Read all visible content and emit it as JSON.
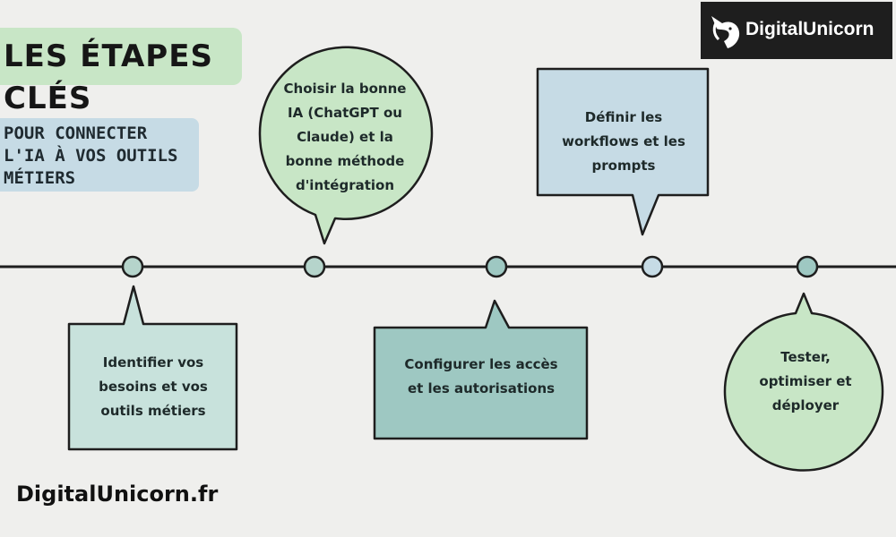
{
  "title": {
    "line1": "LES ÉTAPES",
    "line2": "CLÉS",
    "subtitle_line1": "POUR CONNECTER",
    "subtitle_line2": "L'IA À VOS OUTILS",
    "subtitle_line3": "MÉTIERS"
  },
  "logo": {
    "text": "DigitalUnicorn",
    "icon": "unicorn-head-icon"
  },
  "footer": {
    "website": "DigitalUnicorn.fr"
  },
  "steps": [
    {
      "order": 1,
      "text": "Identifier vos besoins et vos outils métiers",
      "shape": "rectangle",
      "position": "below",
      "color": "#c8e2dc"
    },
    {
      "order": 2,
      "text": "Choisir la bonne IA (ChatGPT ou Claude) et la bonne méthode d'intégration",
      "shape": "circle",
      "position": "above",
      "color": "#c8e6c6"
    },
    {
      "order": 3,
      "text": "Configurer les accès et les autorisations",
      "shape": "rectangle",
      "position": "below",
      "color": "#9ec8c2"
    },
    {
      "order": 4,
      "text": "Définir les workflows et les prompts",
      "shape": "rectangle",
      "position": "above",
      "color": "#c6dbe5"
    },
    {
      "order": 5,
      "text": "Tester, optimiser et déployer",
      "shape": "circle",
      "position": "below",
      "color": "#c8e6c6"
    }
  ],
  "colors": {
    "background": "#efefed",
    "outline": "#1e1e1e",
    "node_fill": "#b5d4cb"
  }
}
